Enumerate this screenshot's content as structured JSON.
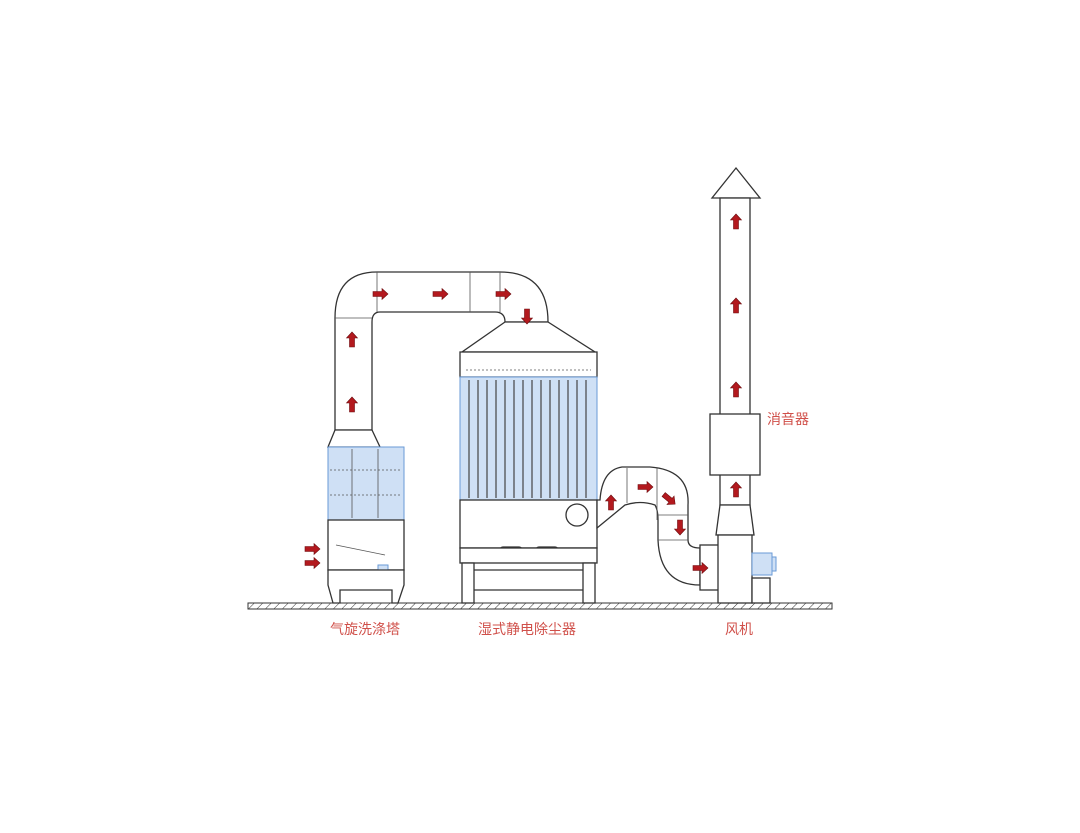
{
  "diagram": {
    "labels": {
      "scrubber": "气旋洗涤塔",
      "esp": "湿式静电除尘器",
      "fan": "风机",
      "silencer": "消音器"
    },
    "colors": {
      "arrow": "#b3191e",
      "label": "#d0504a",
      "filter_blue": "#cfe0f5"
    }
  }
}
